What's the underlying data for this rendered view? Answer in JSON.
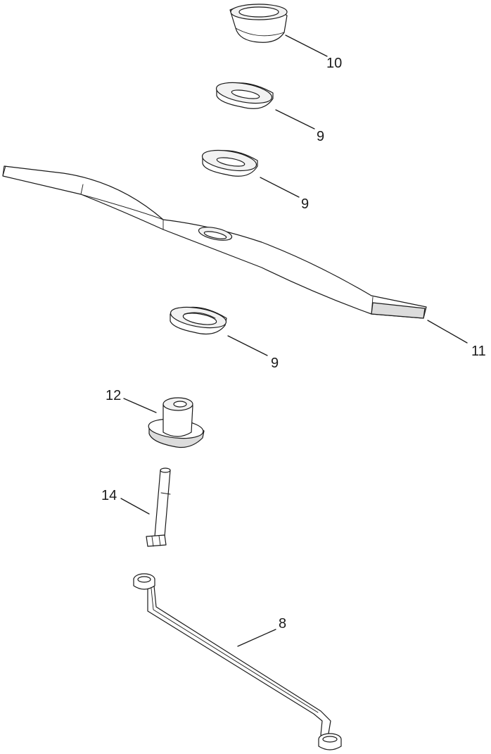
{
  "diagram": {
    "callouts": {
      "bushing_top": "10",
      "spacer_upper": "9",
      "spacer_middle": "9",
      "blade": "11",
      "spacer_lower": "9",
      "blade_adapter": "12",
      "bolt": "14",
      "wrench": "8"
    }
  }
}
